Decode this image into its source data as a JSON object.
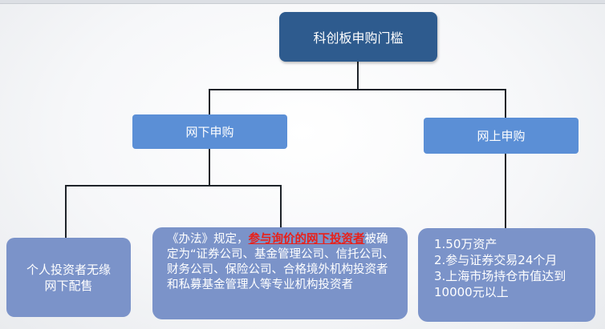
{
  "root": {
    "label": "科创板申购门槛"
  },
  "offline": {
    "label": "网下申购"
  },
  "online": {
    "label": "网上申购"
  },
  "leaf_individual": {
    "line1": "个人投资者无缘",
    "line2": "网下配售"
  },
  "leaf_institution": {
    "text_before": "《办法》规定，",
    "highlight": "参与询价的网下投资者",
    "text_after": "被确定为“证券公司、基金管理公司、信托公司、财务公司、保险公司、合格境外机构投资者和私募基金管理人等专业机构投资者"
  },
  "leaf_requirements": {
    "items": [
      "1.50万资产",
      "2.参与证券交易24个月",
      "3.上海市场持仓市值达到10000元以上"
    ]
  },
  "colors": {
    "root": "#2e5b8e",
    "branch": "#5b8fd6",
    "leaf": "#7b93c9",
    "connector": "#1e2329",
    "highlight": "#e8211b"
  }
}
